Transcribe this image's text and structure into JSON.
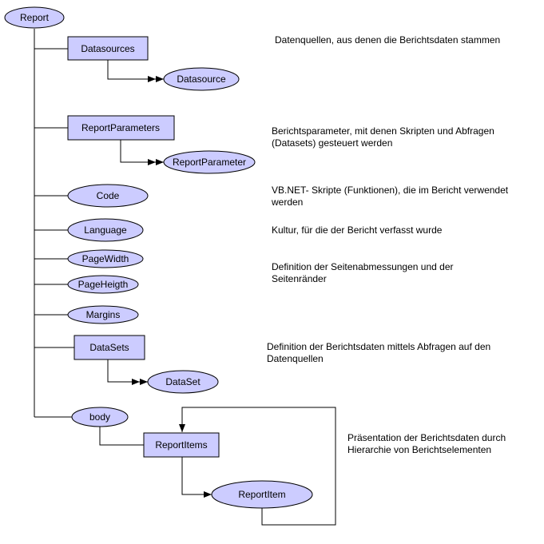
{
  "colors": {
    "node_fill": "#ccccff",
    "node_stroke": "#000000",
    "line": "#000000"
  },
  "nodes": {
    "report": "Report",
    "datasources": "Datasources",
    "datasource": "Datasource",
    "reportparameters": "ReportParameters",
    "reportparameter": "ReportParameter",
    "code": "Code",
    "language": "Language",
    "pagewidth": "PageWidth",
    "pageheigth": "PageHeigth",
    "margins": "Margins",
    "datasets": "DataSets",
    "dataset": "DataSet",
    "body": "body",
    "reportitems": "ReportItems",
    "reportitem": "ReportItem"
  },
  "descriptions": {
    "datasources": "Datenquellen, aus denen die Berichtsdaten stammen",
    "reportparameters": "Berichtsparameter, mit denen Skripten und Abfragen (Datasets) gesteuert werden",
    "code": "VB.NET- Skripte (Funktionen), die im Bericht verwendet werden",
    "language": "Kultur, für die der Bericht verfasst wurde",
    "page": "Definition der Seitenabmessungen und der Seitenränder",
    "datasets": "Definition der Berichtsdaten mittels Abfragen auf den Datenquellen",
    "reportitems": "Präsentation der Berichtsdaten durch Hierarchie von Berichtselementen"
  }
}
